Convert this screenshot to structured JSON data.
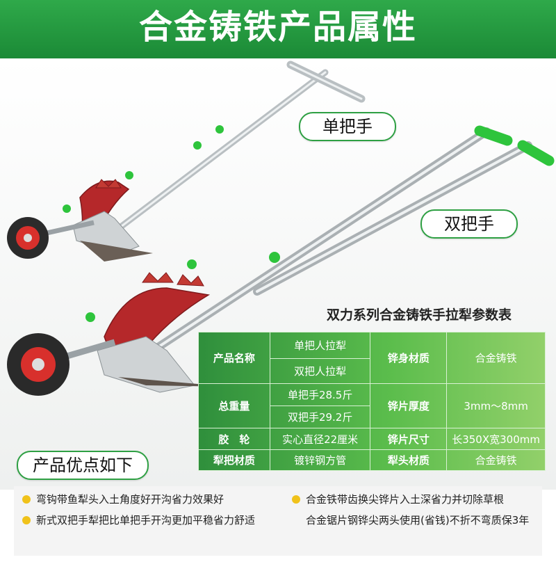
{
  "header": {
    "title": "合金铸铁产品属性"
  },
  "callouts": {
    "single_handle": "单把手",
    "double_handle": "双把手",
    "advantages": "产品优点如下"
  },
  "spec": {
    "title": "双力系列合金铸铁手拉犁参数表",
    "rows": [
      {
        "label": "产品名称",
        "values": [
          "单把人拉犁",
          "双把人拉犁"
        ],
        "label2": "铧身材质",
        "value2": "合金铸铁"
      },
      {
        "label": "总重量",
        "values": [
          "单把手28.5斤",
          "双把手29.2斤"
        ],
        "label2": "铧片厚度",
        "value2": "3mm～8mm"
      },
      {
        "label": "胶　轮",
        "value": "实心直径22厘米",
        "label2": "铧片尺寸",
        "value2": "长350X宽300mm"
      },
      {
        "label": "犁把材质",
        "value": "镀锌钢方管",
        "label2": "犁头材质",
        "value2": "合金铸铁"
      }
    ]
  },
  "advantages": [
    "弯钩带鱼犁头入土角度好开沟省力效果好",
    "新式双把手犁把比单把手开沟更加平稳省力舒适",
    "合金铁带齿换尖铧片入土深省力并切除草根",
    "合金锯片钢铧尖两头使用(省钱)不折不弯质保3年"
  ],
  "colors": {
    "brand_green": "#1f9a3c",
    "cast_red": "#b5282a",
    "handle_green": "#2ec43c",
    "bullet": "#f0c21a"
  }
}
